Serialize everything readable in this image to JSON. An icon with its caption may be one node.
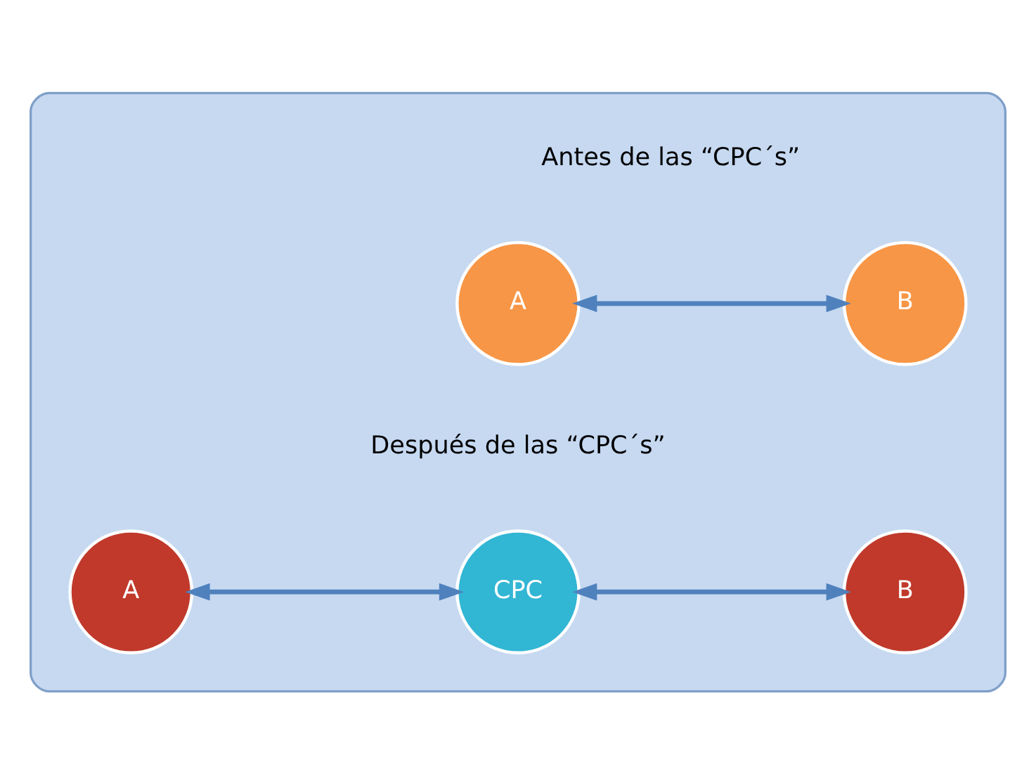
{
  "diagram": {
    "nodes": [
      {
        "text": [],
        "shape": "box"
      },
      {
        "text": [
          "A"
        ],
        "in": 0
      },
      {
        "text": [
          "B"
        ],
        "in": 0
      },
      {
        "text": [
          "A"
        ],
        "in": 0
      },
      {
        "text": [
          "CPC"
        ],
        "in": 0
      },
      {
        "text": [
          "B"
        ],
        "in": 0
      }
    ],
    "edges": [
      {
        "from": 1,
        "to": 2,
        "arrow": "both"
      },
      {
        "from": 3,
        "to": 4,
        "arrow": "both"
      },
      {
        "from": 4,
        "to": 5,
        "arrow": "both"
      }
    ],
    "labels": [
      "Antes de las “CPC´s”",
      "Después de las “CPC´s”"
    ]
  }
}
